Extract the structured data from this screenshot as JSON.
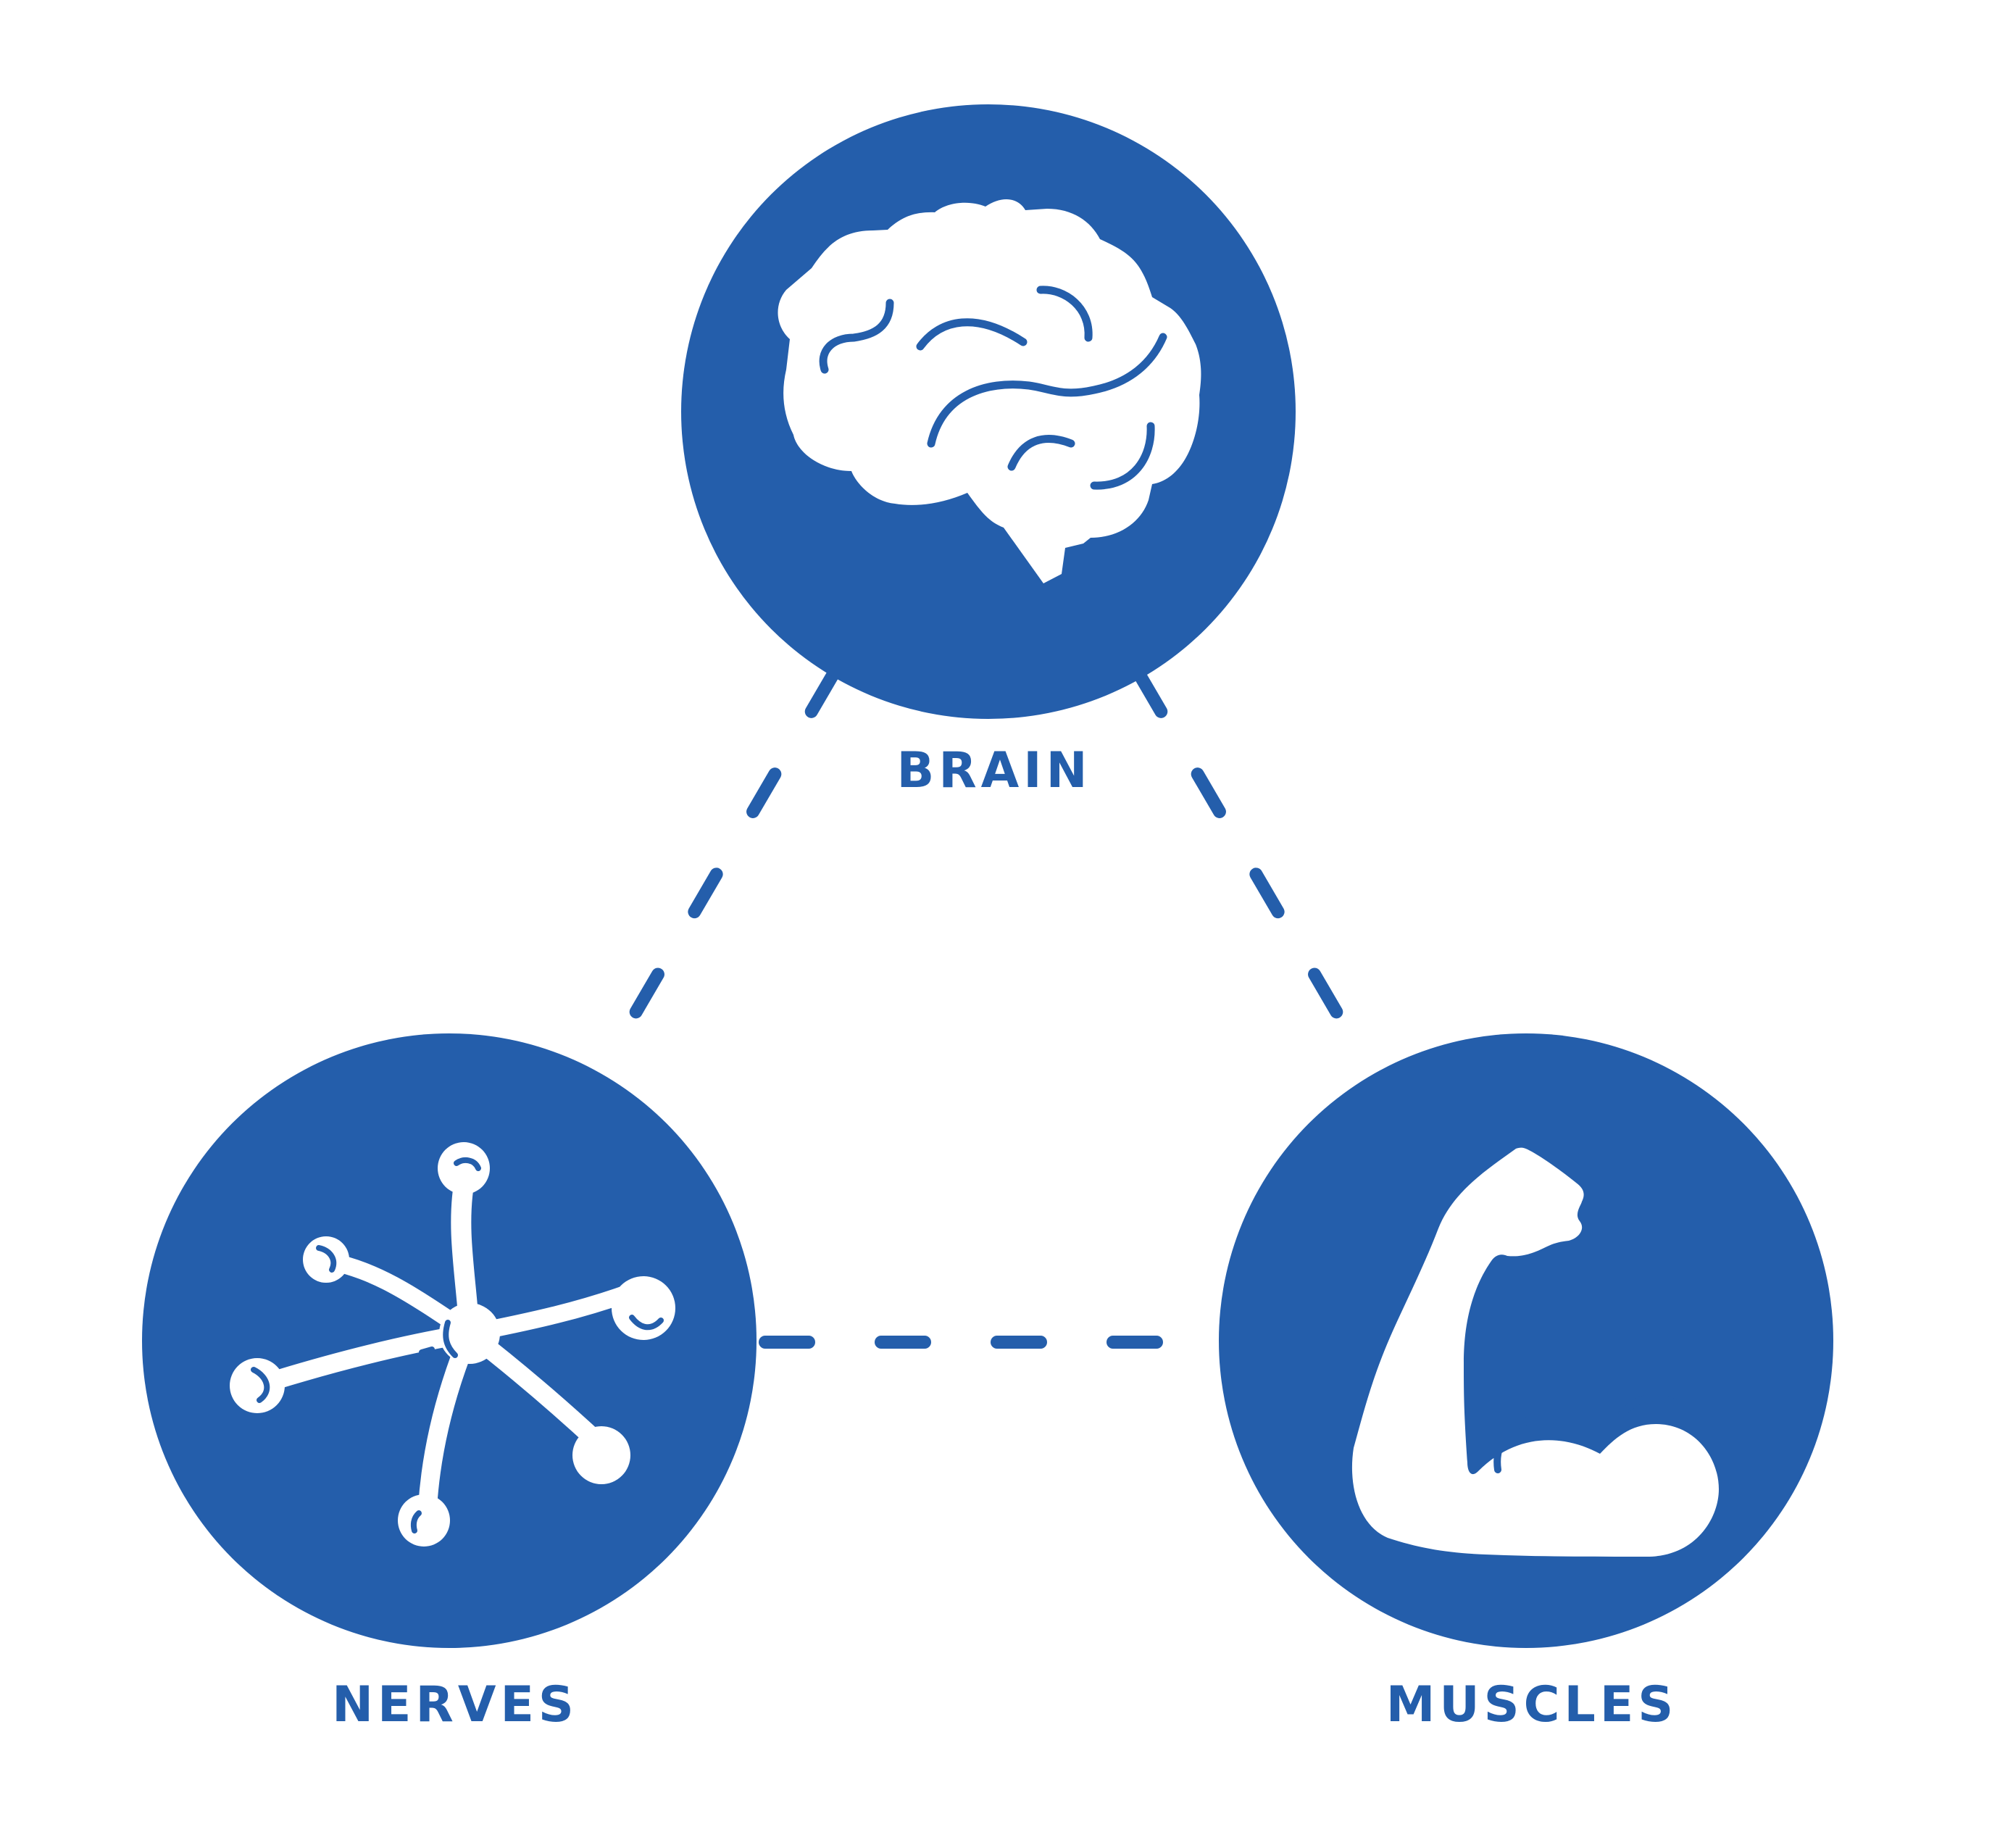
{
  "colors": {
    "primary": "#245EAB",
    "icon": "#FFFFFF",
    "background": "#FFFFFF"
  },
  "nodes": {
    "brain": {
      "label": "BRAIN",
      "icon": "brain-icon"
    },
    "nerves": {
      "label": "NERVES",
      "icon": "neuron-icon"
    },
    "muscles": {
      "label": "MUSCLES",
      "icon": "flexed-arm-icon"
    }
  }
}
